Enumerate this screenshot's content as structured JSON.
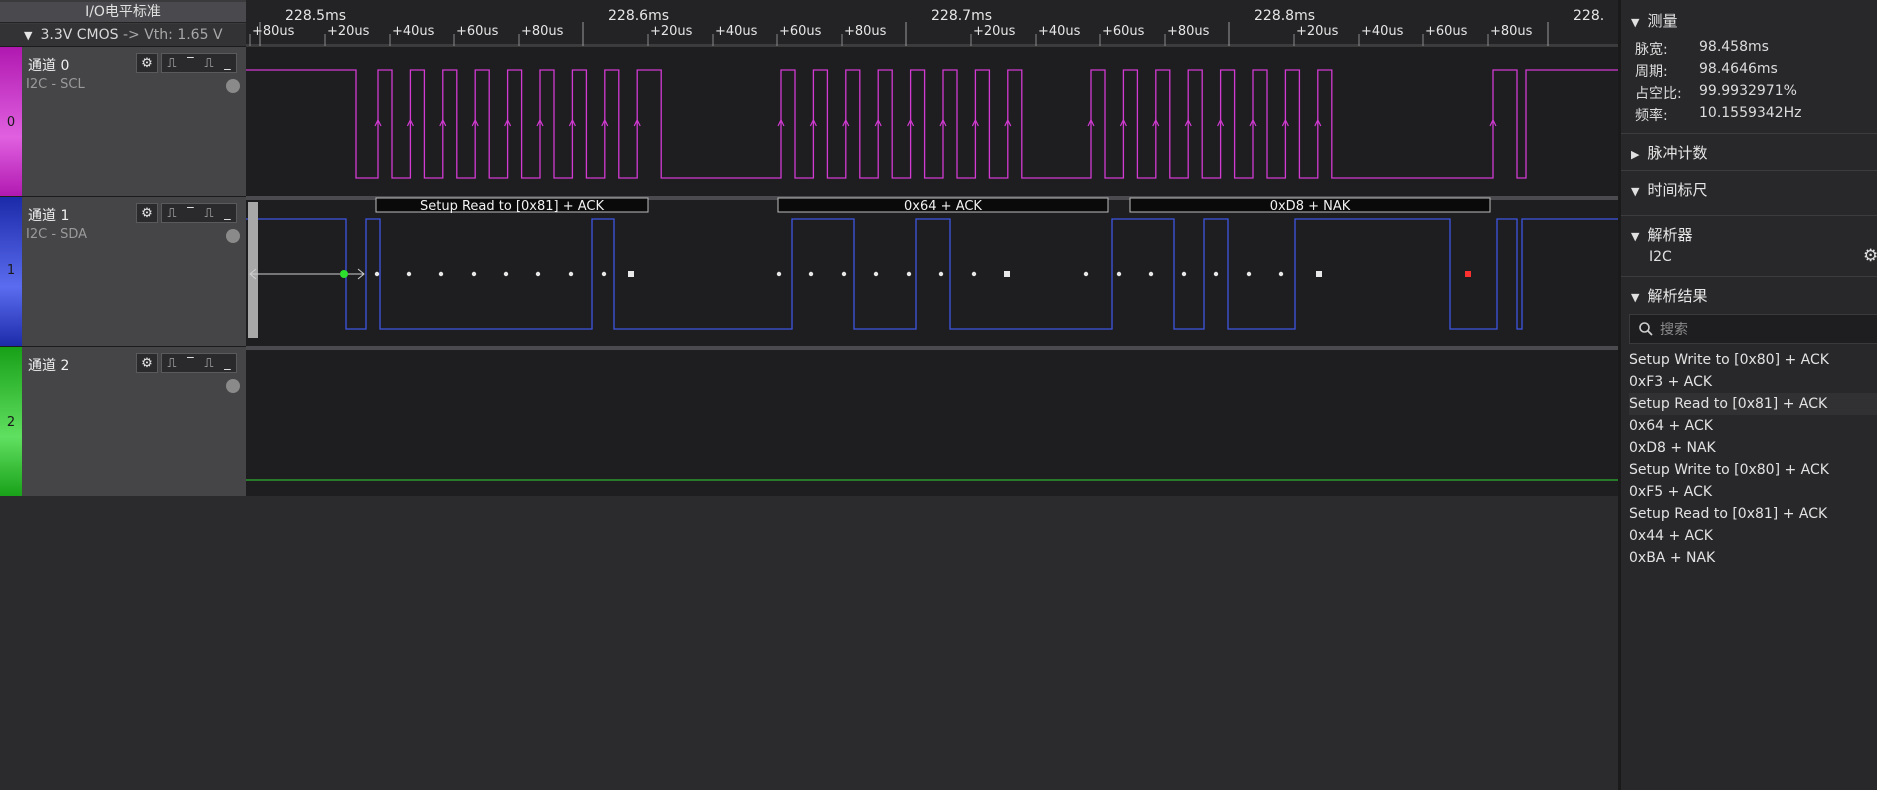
{
  "io_panel": {
    "title": "I/O电平标准",
    "level_label": "3.3V CMOS",
    "vth_label": "-> Vth: 1.65 V"
  },
  "channels": [
    {
      "index": "0",
      "name": "通道 0",
      "protocol": "I2C - SCL",
      "color": "#c020c0"
    },
    {
      "index": "1",
      "name": "通道 1",
      "protocol": "I2C - SDA",
      "color": "#2d3fc8"
    },
    {
      "index": "2",
      "name": "通道 2",
      "protocol": "",
      "color": "#22b022"
    }
  ],
  "channel_buttons": {
    "gear": "⚙",
    "rise": "⎍",
    "high": "‾",
    "fall": "⎍",
    "low": "_"
  },
  "ruler": {
    "major": [
      "228.5ms",
      "228.6ms",
      "228.7ms",
      "228.8ms",
      "228."
    ],
    "minor": [
      "+80us",
      "+20us",
      "+40us",
      "+60us",
      "+80us",
      "+20us",
      "+40us",
      "+60us",
      "+80us",
      "+20us",
      "+40us",
      "+60us",
      "+80us",
      "+20us",
      "+40us",
      "+60us",
      "+80us"
    ]
  },
  "decode_labels": [
    "Setup Read to [0x81] + ACK",
    "0x64 + ACK",
    "0xD8 + NAK"
  ],
  "colors": {
    "scl": "#d23ad2",
    "sda": "#3d55e0",
    "ch2": "#2fd62f",
    "start_dot": "#2ee02e",
    "stop_marker": "#ff3030"
  },
  "right_panel": {
    "measure": {
      "title": "测量",
      "rows": [
        {
          "key": "脉宽:",
          "value": "98.458ms"
        },
        {
          "key": "周期:",
          "value": "98.4646ms"
        },
        {
          "key": "占空比:",
          "value": "99.9932971%"
        },
        {
          "key": "频率:",
          "value": "10.1559342Hz"
        }
      ]
    },
    "pulse_count": {
      "title": "脉冲计数"
    },
    "time_marker": {
      "title": "时间标尺"
    },
    "decoder": {
      "title": "解析器",
      "item": "I2C"
    },
    "results": {
      "title": "解析结果",
      "search_placeholder": "搜索",
      "items": [
        "Setup Write to [0x80] + ACK",
        "0xF3 + ACK",
        "Setup Read to [0x81] + ACK",
        "0x64 + ACK",
        "0xD8 + NAK",
        "Setup Write to [0x80] + ACK",
        "0xF5 + ACK",
        "Setup Read to [0x81] + ACK",
        "0x44 + ACK",
        "0xBA + NAK"
      ],
      "selected_index": 2
    }
  }
}
